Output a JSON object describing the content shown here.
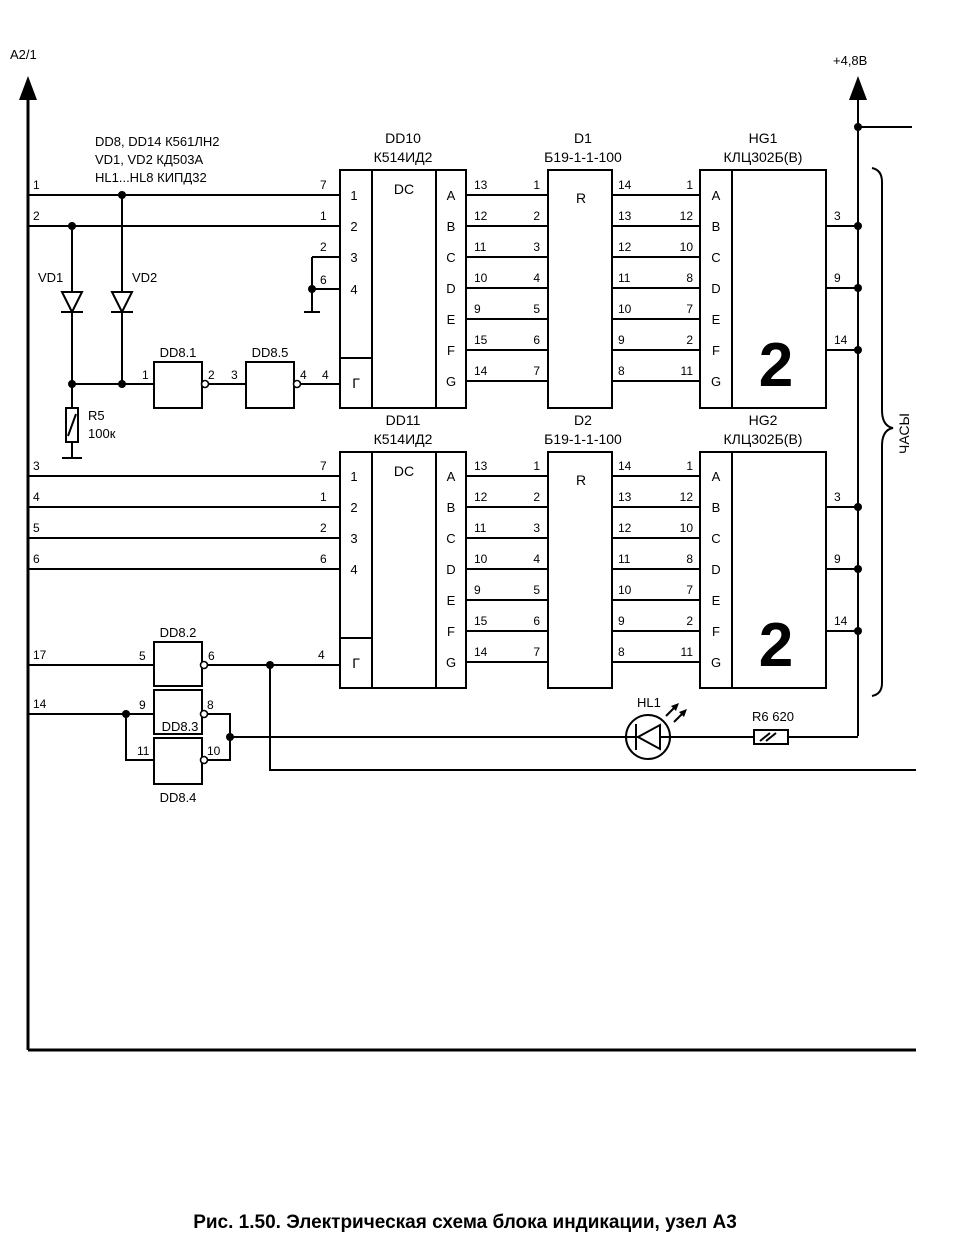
{
  "rails": {
    "left_label": "A2/1",
    "right_label": "+4,8В"
  },
  "notes": [
    "DD8, DD14 К561ЛН2",
    "VD1, VD2 КД503А",
    "HL1...HL8 КИПД32"
  ],
  "decoders": {
    "dd10": {
      "ref": "DD10",
      "type": "К514ИД2",
      "func": "DC",
      "strobe": "Г"
    },
    "dd11": {
      "ref": "DD11",
      "type": "К514ИД2",
      "func": "DC",
      "strobe": "Г"
    }
  },
  "arrays": {
    "d1": {
      "ref": "D1",
      "type": "Б19-1-1-100",
      "func": "R"
    },
    "d2": {
      "ref": "D2",
      "type": "Б19-1-1-100",
      "func": "R"
    }
  },
  "displays": {
    "hg1": {
      "ref": "HG1",
      "type": "КЛЦ302Б(В)",
      "digit": "2"
    },
    "hg2": {
      "ref": "HG2",
      "type": "КЛЦ302Б(В)",
      "digit": "2"
    }
  },
  "segments": [
    "A",
    "B",
    "C",
    "D",
    "E",
    "F",
    "G"
  ],
  "dc_inputs": [
    "1",
    "2",
    "3",
    "4"
  ],
  "pins": {
    "dc_out": [
      "13",
      "12",
      "11",
      "10",
      "9",
      "15",
      "14"
    ],
    "r_in": [
      "1",
      "2",
      "3",
      "4",
      "5",
      "6",
      "7"
    ],
    "r_out": [
      "14",
      "13",
      "12",
      "11",
      "10",
      "9",
      "8"
    ],
    "hg_in": [
      "1",
      "12",
      "10",
      "8",
      "7",
      "2",
      "11"
    ],
    "hg_common": [
      "3",
      "9",
      "14"
    ],
    "dd10_in": [
      "7",
      "1",
      "2",
      "6"
    ],
    "dd11_in": [
      "7",
      "1",
      "2",
      "6"
    ],
    "strobe": "4"
  },
  "input_lines": {
    "top": [
      "1",
      "2"
    ],
    "bottom": [
      "3",
      "4",
      "5",
      "6"
    ],
    "gate": [
      "17",
      "14"
    ]
  },
  "diodes": {
    "vd1": "VD1",
    "vd2": "VD2"
  },
  "resistors": {
    "r5": "R5",
    "r5_value": "100к",
    "r6": "R6 620"
  },
  "led": "HL1",
  "gates": {
    "dd8_1": {
      "ref": "DD8.1",
      "in": "1",
      "out": "2"
    },
    "dd8_5": {
      "ref": "DD8.5",
      "in": "3",
      "out": "4"
    },
    "dd8_2": {
      "ref": "DD8.2",
      "in": "5",
      "out": "6"
    },
    "dd8_3": {
      "ref": "DD8.3",
      "in": "9",
      "out": "8"
    },
    "dd8_4": {
      "ref": "DD8.4",
      "in": "11",
      "out": "10"
    }
  },
  "brace_label": "ЧАСЫ",
  "caption": "Рис. 1.50. Электрическая схема блока индикации, узел А3"
}
